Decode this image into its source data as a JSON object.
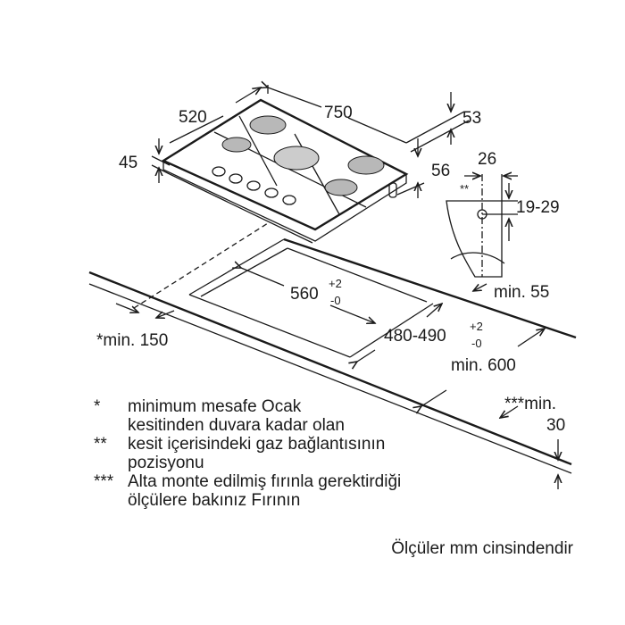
{
  "dimensions": {
    "width_750": "750",
    "depth_520": "520",
    "height_45": "45",
    "d53": "53",
    "d56": "56",
    "d26": "26",
    "gas_mark": "**",
    "d19_29": "19-29",
    "min55": "min. 55",
    "cut560": "560",
    "cut560_tol_plus": "+2",
    "cut560_tol_minus": "-0",
    "cut480": "480-490",
    "cut480_tol_plus": "+2",
    "cut480_tol_minus": "-0",
    "min150": "*min. 150",
    "min600": "min. 600",
    "min30_label": "***min.",
    "min30_value": "30"
  },
  "notes": [
    {
      "mark": "*",
      "lines": [
        "minimum mesafe Ocak",
        "kesitinden duvara kadar olan"
      ]
    },
    {
      "mark": "**",
      "lines": [
        "kesit içerisindeki gaz bağlantısının",
        "pozisyonu"
      ]
    },
    {
      "mark": "***",
      "lines": [
        "Alta monte edilmiş fırınla gerektirdiği",
        "ölçülere bakınız Fırının"
      ]
    }
  ],
  "units_note": "Ölçüler mm cinsindendir",
  "colors": {
    "line": "#1a1a1a",
    "burner": "#b8b8b8"
  }
}
